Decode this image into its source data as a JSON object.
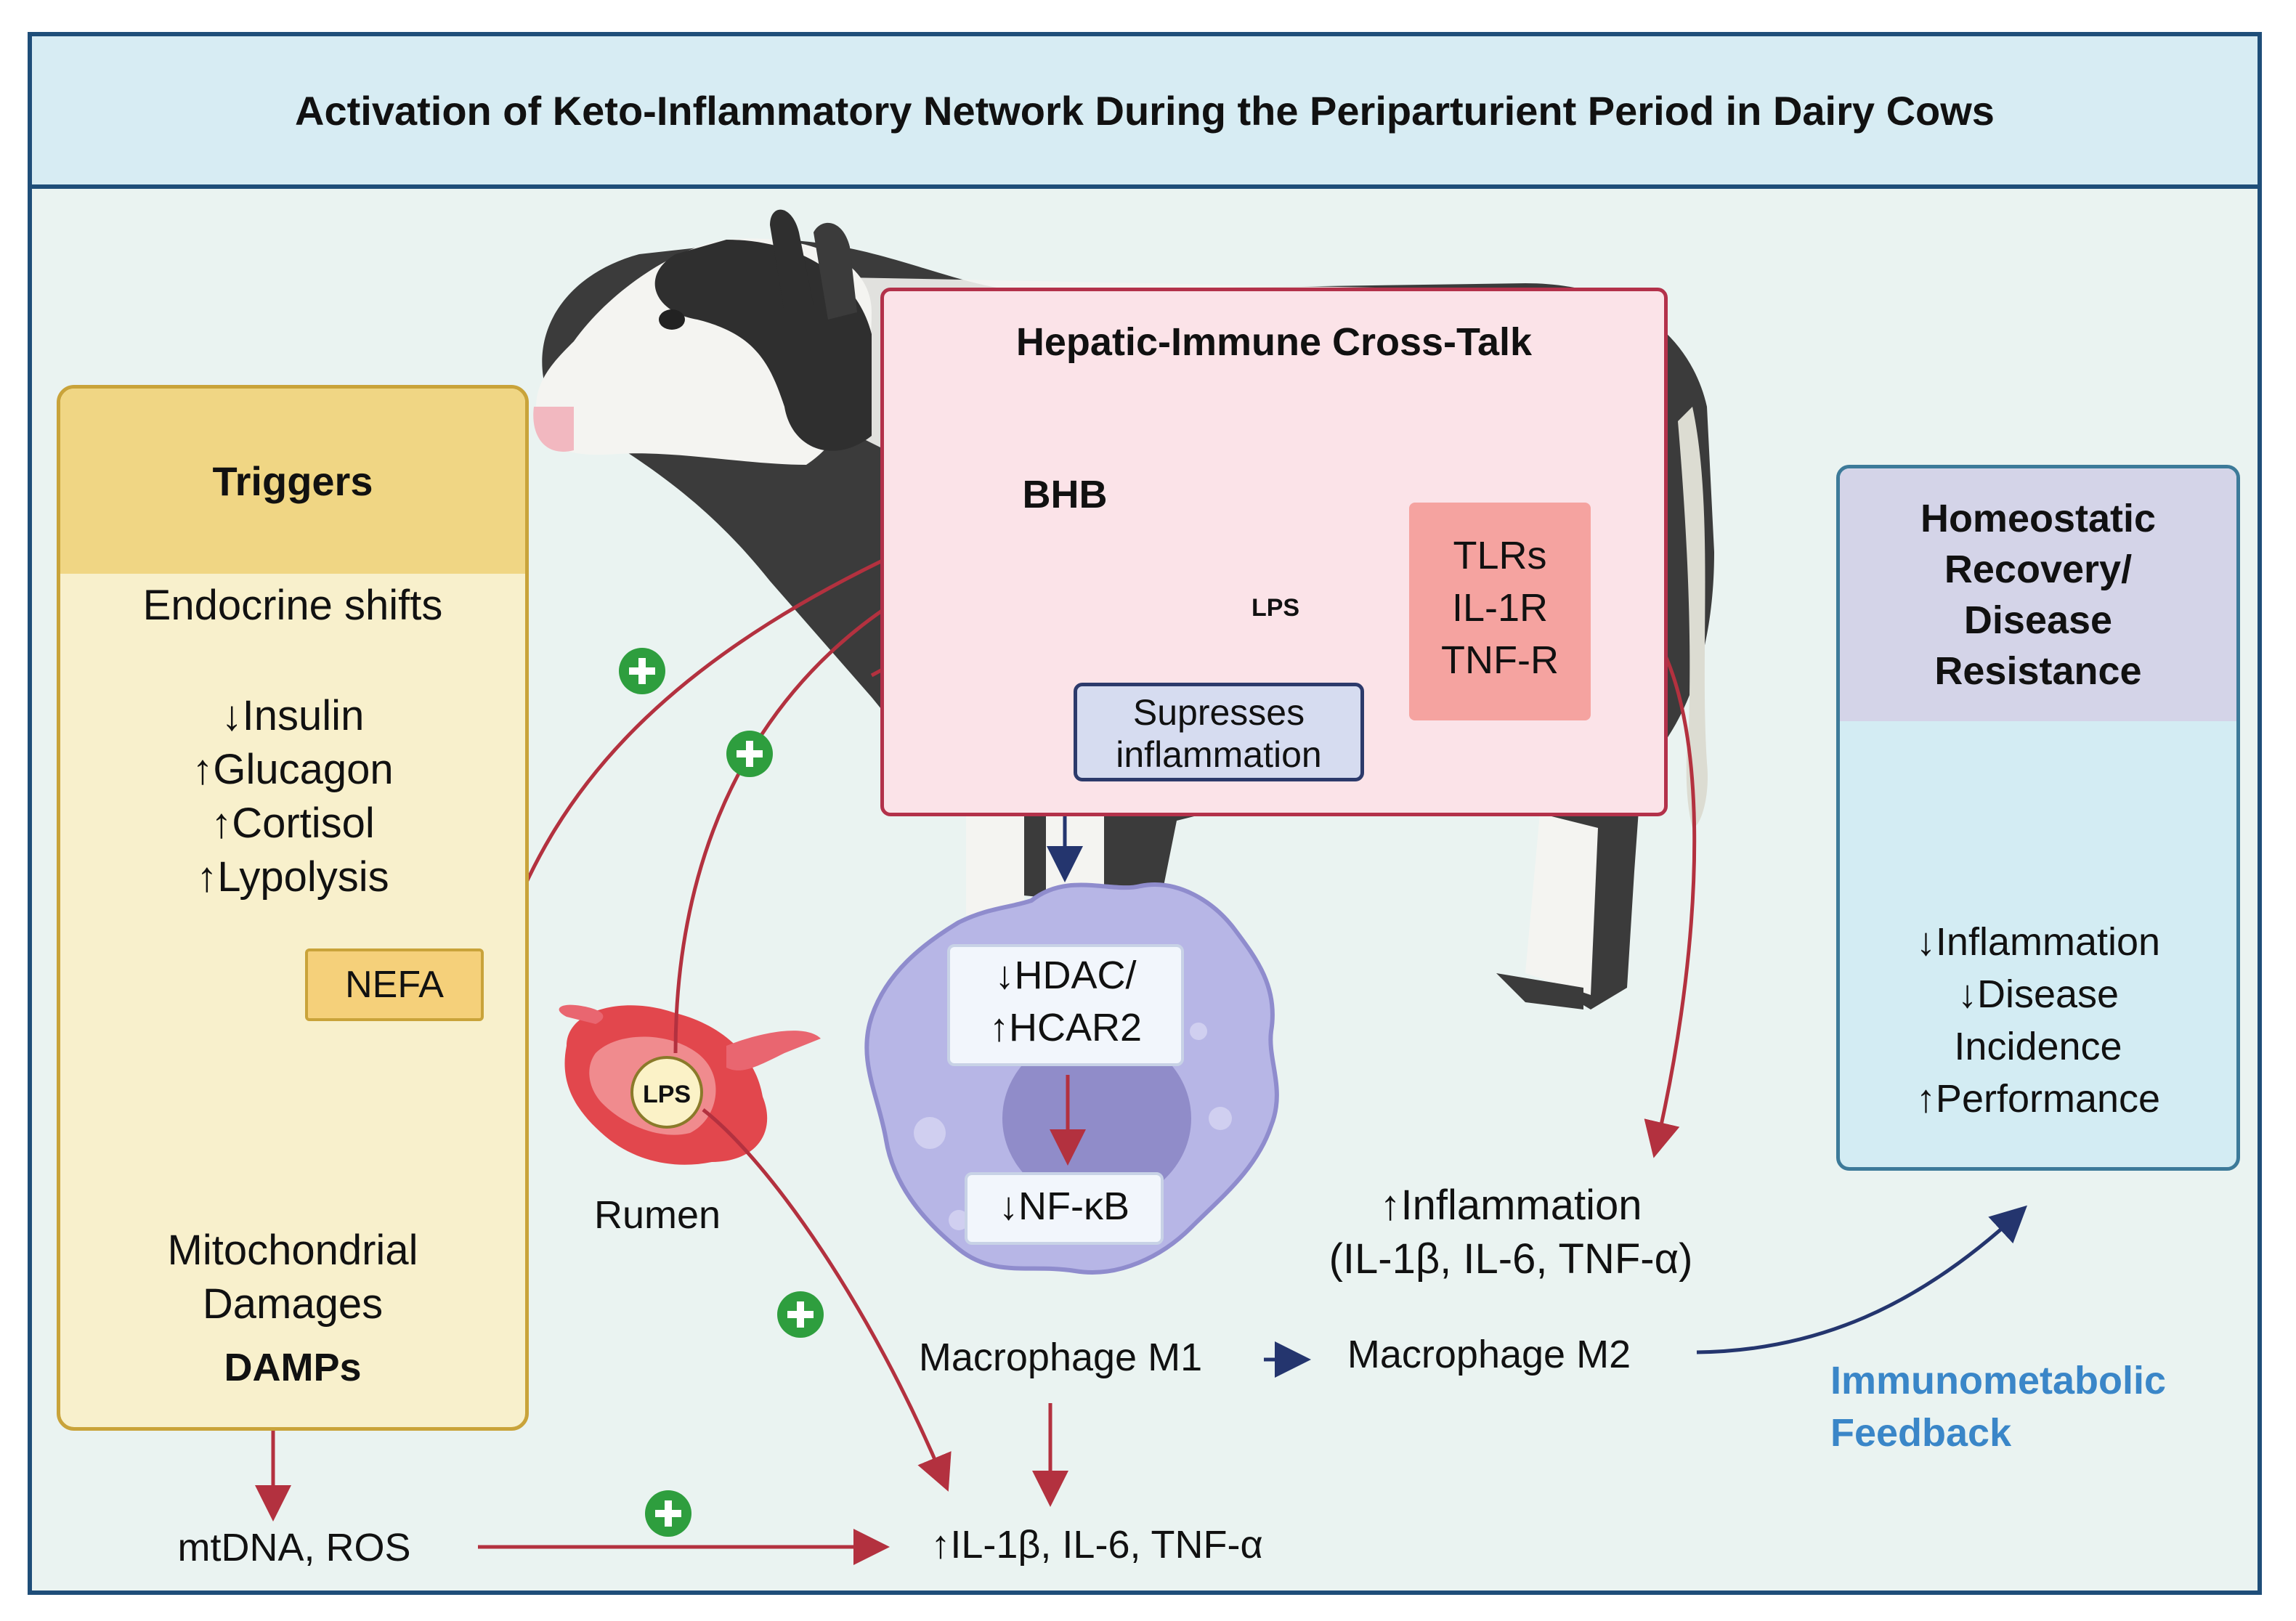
{
  "title": "Activation of Keto-Inflammatory Network During the Periparturient Period in Dairy Cows",
  "triggers": {
    "heading": "Triggers",
    "endocrine_label": "Endocrine shifts",
    "items": [
      "↓Insulin",
      "↑Glucagon",
      "↑Cortisol",
      "↑Lypolysis"
    ],
    "nefa_label": "NEFA",
    "mito_line1": "Mitochondrial",
    "mito_line2": "Damages",
    "damps_label": "DAMPs"
  },
  "hepatic": {
    "heading": "Hepatic-Immune Cross-Talk",
    "bhb_label": "BHB",
    "lps_label": "LPS",
    "receptors": [
      "TLRs",
      "IL-1R",
      "TNF-R"
    ],
    "supress_line1": "Supresses",
    "supress_line2": "inflammation"
  },
  "macrophage": {
    "hdac_line1": "↓HDAC/",
    "hdac_line2": "↑HCAR2",
    "nfkb_label": "↓NF-κB",
    "m1_label": "Macrophage M1",
    "m2_label": "Macrophage M2"
  },
  "rumen": {
    "label": "Rumen",
    "lps_label": "LPS"
  },
  "inflammation": {
    "line1": "↑Inflammation",
    "line2": "(IL-1β, IL-6, TNF-α)"
  },
  "bottom": {
    "mtdna_label": "mtDNA, ROS",
    "cytokines_label": "↑IL-1β, IL-6, TNF-α"
  },
  "homeostatic": {
    "heading_lines": [
      "Homeostatic",
      "Recovery/",
      "Disease",
      "Resistance"
    ],
    "outcomes": [
      "↓Inflammation",
      "↓Disease",
      "Incidence",
      "↑Performance"
    ]
  },
  "feedback": {
    "line1": "Immunometabolic",
    "line2": "Feedback"
  },
  "colors": {
    "frame_border": "#1f4e79",
    "background": "#eaf3f1",
    "arrow_red": "#b3313f",
    "arrow_navy": "#24356e",
    "plus_green": "#2e9e3e",
    "feedback_blue": "#3a86c8",
    "shield_blue": "#2f8fd0"
  }
}
